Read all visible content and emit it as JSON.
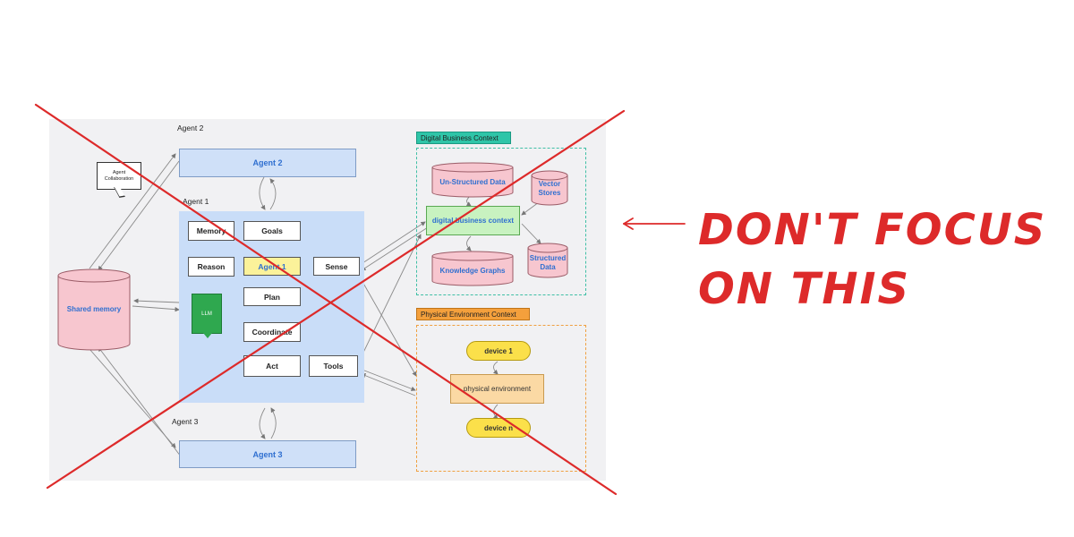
{
  "diagram": {
    "agent2_caption": "Agent 2",
    "agent2_bar": "Agent 2",
    "agent1_caption": "Agent 1",
    "agent3_caption": "Agent 3",
    "agent3_bar": "Agent 3",
    "collaboration_bubble": "Agent Collaboration",
    "shared_memory": "Shared memory",
    "agent1": {
      "memory": "Memory",
      "goals": "Goals",
      "reason": "Reason",
      "agent_core": "Agent 1",
      "sense": "Sense",
      "plan": "Plan",
      "llm": "LLM",
      "coordinate": "Coordinate",
      "act": "Act",
      "tools": "Tools"
    },
    "digital_context": {
      "title": "Digital Business  Context",
      "unstructured": "Un-Structured Data",
      "vector_stores": "Vector Stores",
      "hub": "digital business context",
      "knowledge_graphs": "Knowledge Graphs",
      "structured": "Structured Data"
    },
    "physical_context": {
      "title": "Physical Environment  Context",
      "device_1": "device 1",
      "hub": "physical environment",
      "device_n": "device n"
    },
    "colors": {
      "cross": "#dd2a2a",
      "agent_blue": "#2f6fd0",
      "panel_blue": "#c9ddf8",
      "teal": "#2fc5a8",
      "orange": "#f4a03c"
    }
  },
  "annotation": {
    "line1": "DON'T FOCUS",
    "line2": "ON THIS",
    "arrow": "left-arrow"
  }
}
